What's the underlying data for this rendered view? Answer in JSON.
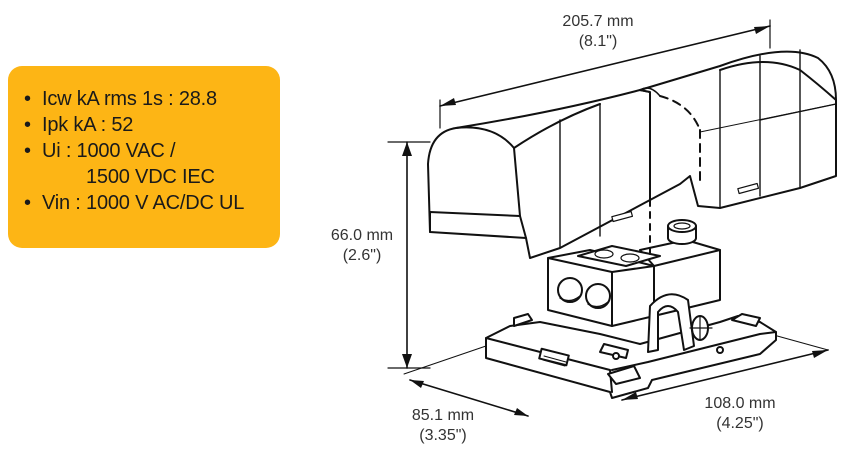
{
  "specs_box": {
    "background": "#FDB515",
    "items": [
      {
        "bullet": "•",
        "text": "Icw kA rms 1s : 28.8"
      },
      {
        "bullet": "•",
        "text": "Ipk kA : 52"
      },
      {
        "bullet": "•",
        "text": "Ui : 1000 VAC /"
      },
      {
        "bullet": "",
        "text": "1500 VDC IEC"
      },
      {
        "bullet": "•",
        "text": "Vin : 1000 V AC/DC UL"
      }
    ]
  },
  "dimensions": {
    "length": {
      "metric": "205.7 mm",
      "imperial": "(8.1\")"
    },
    "height": {
      "metric": "66.0 mm",
      "imperial": "(2.6\")"
    },
    "width": {
      "metric": "85.1 mm",
      "imperial": "(3.35\")"
    },
    "depth": {
      "metric": "108.0 mm",
      "imperial": "(4.25\")"
    }
  }
}
